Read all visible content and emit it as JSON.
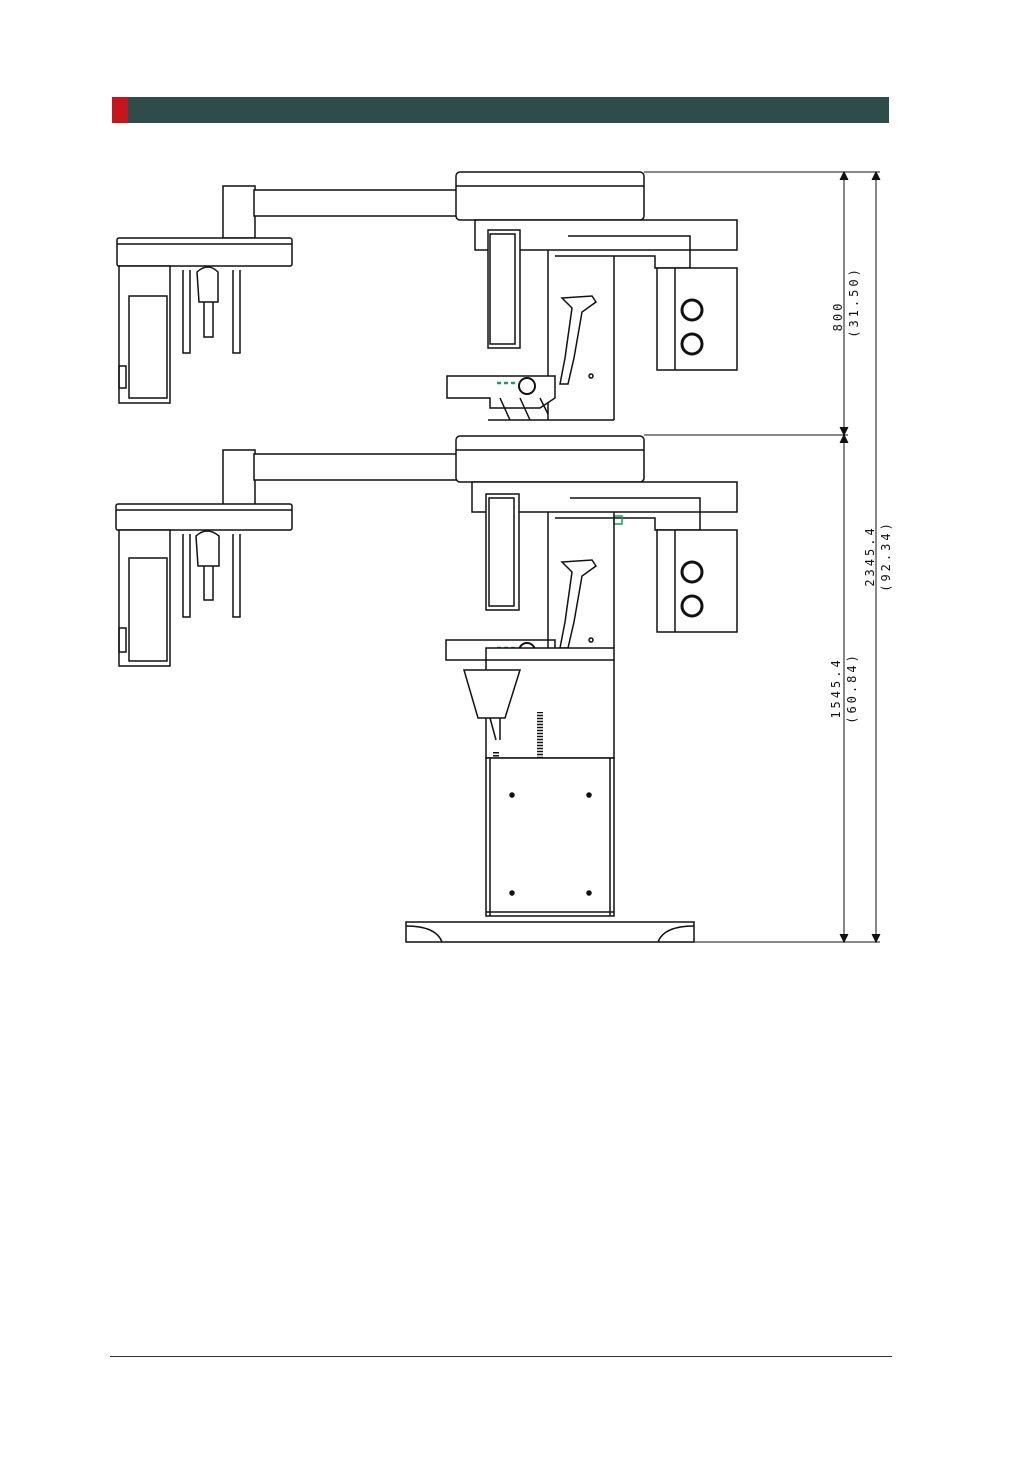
{
  "colors": {
    "header_accent": "#c4161c",
    "header_bar": "#2f4b4a",
    "line": "#111111",
    "green": "#1e9b5e"
  },
  "dimensions": {
    "upper": {
      "mm": "800",
      "inch": "(31.50)"
    },
    "lower": {
      "mm": "1545.4",
      "inch": "(60.84)"
    },
    "total": {
      "mm": "2345.4",
      "inch": "(92.34)"
    }
  }
}
